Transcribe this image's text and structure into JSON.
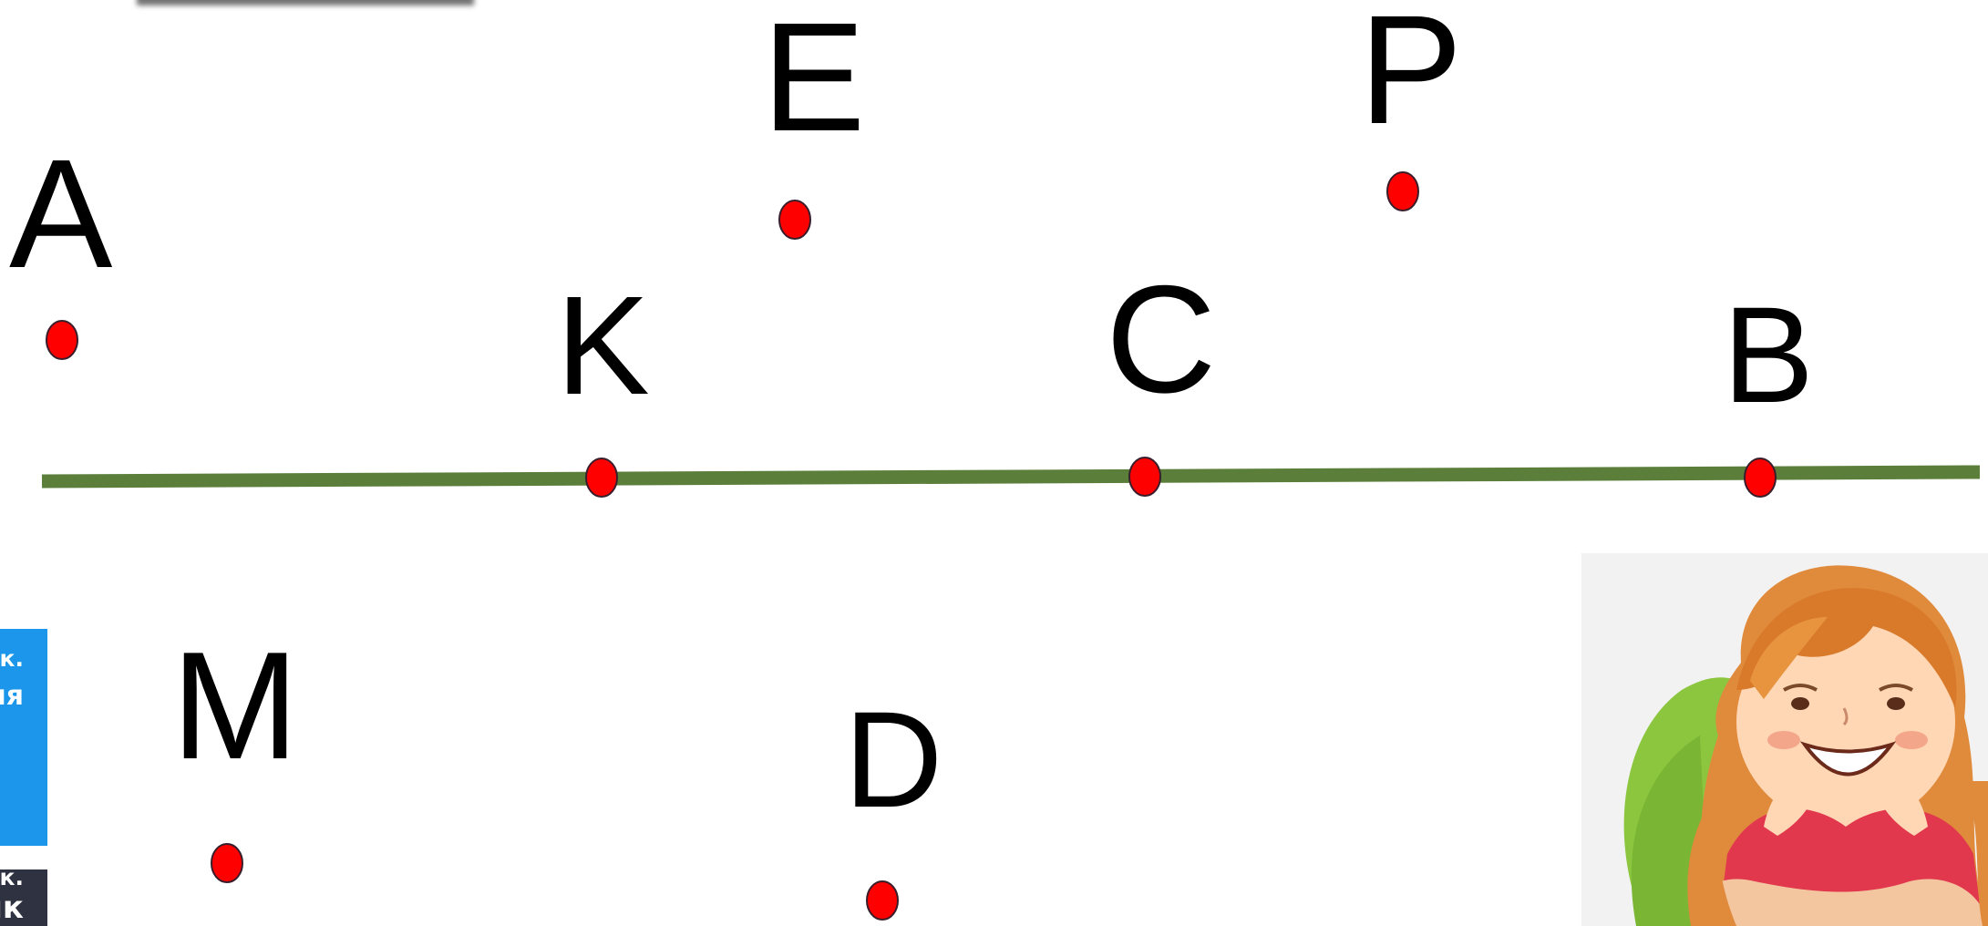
{
  "diagram": {
    "line_color": "#5b7f3a",
    "point_color": "#ff0000",
    "points": [
      {
        "label": "A",
        "on_line": false
      },
      {
        "label": "E",
        "on_line": false
      },
      {
        "label": "P",
        "on_line": false
      },
      {
        "label": "K",
        "on_line": true
      },
      {
        "label": "C",
        "on_line": true
      },
      {
        "label": "B",
        "on_line": true
      },
      {
        "label": "M",
        "on_line": false
      },
      {
        "label": "D",
        "on_line": false
      }
    ]
  },
  "side_tabs": [
    {
      "line1": "к.",
      "line2": "ия",
      "color": "#1b96ea"
    },
    {
      "line1": "к.",
      "line2": "ик",
      "color": "#2f3241"
    }
  ],
  "illustration": {
    "icon": "smiling-girl-icon"
  }
}
